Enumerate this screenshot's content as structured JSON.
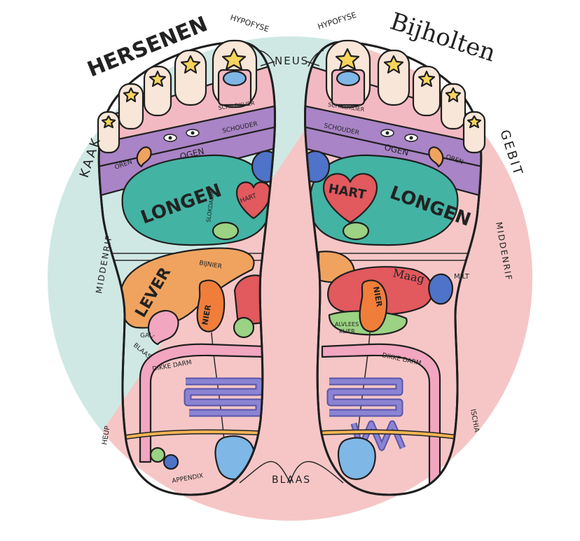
{
  "colors": {
    "bg_mint": "#cfe8e3",
    "bg_pink": "#f6c6c6",
    "skin": "#f8e6d8",
    "purple": "#a984c6",
    "teal": "#43b3a4",
    "red": "#e2595e",
    "orange": "#f0a35f",
    "pink": "#f2a6c0",
    "green": "#9bd283",
    "blue": "#4f73c9",
    "lavender": "#8b83d3",
    "star": "#f7d45a"
  },
  "labels": {
    "hersenen": "HERSENEN",
    "bijholten": "Bijholten",
    "hypofyse_left": "HYPOFYSE",
    "hypofyse_right": "HYPOFYSE",
    "neus": "NEUS",
    "kaak": "KAAK",
    "gebit": "GEBIT",
    "oren_left": "OREN",
    "oren_right": "OREN",
    "ogen_left": "OGEN",
    "ogen_right": "OGEN",
    "schildklier_left": "SCHILDKLIER",
    "schildklier_right": "SCHILDKLIER",
    "schouder_left": "SCHOUDER",
    "schouder_right": "SCHOUDER",
    "longen_left": "LONGEN",
    "longen_right": "LONGEN",
    "hart_left": "HART",
    "hart_right": "HART",
    "slokdarm": "SLOKDARM",
    "middenrif_left": "MIDDENRIF",
    "middenrif_right": "MIDDENRIF",
    "lever": "LEVER",
    "bijnier": "BIJNIER",
    "nier_left": "NIER",
    "nier_right": "NIER",
    "maag": "Maag",
    "milt": "MILT",
    "alvleesklier_1": "ALVLEES",
    "alvleesklier_2": "KLIER",
    "galblaas_1": "GAL-",
    "galblaas_2": "BLAAS",
    "dikke_darm_left": "DIKKE DARM",
    "dikke_darm_right": "DIKKE DARM",
    "appendix": "APPENDIX",
    "blaas": "BLAAS",
    "ischias": "ISCHIA",
    "heup": "HEUP"
  }
}
